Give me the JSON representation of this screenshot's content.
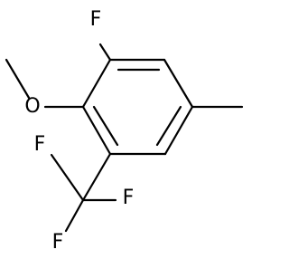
{
  "molecule": {
    "atoms": {
      "fluoro_top": "F",
      "methoxy_oxygen": "O",
      "cf3_fluorine_1": "F",
      "cf3_fluorine_2": "F",
      "cf3_fluorine_3": "F"
    },
    "colors": {
      "bond": "#000000",
      "label": "#000000",
      "background": "#ffffff"
    }
  }
}
